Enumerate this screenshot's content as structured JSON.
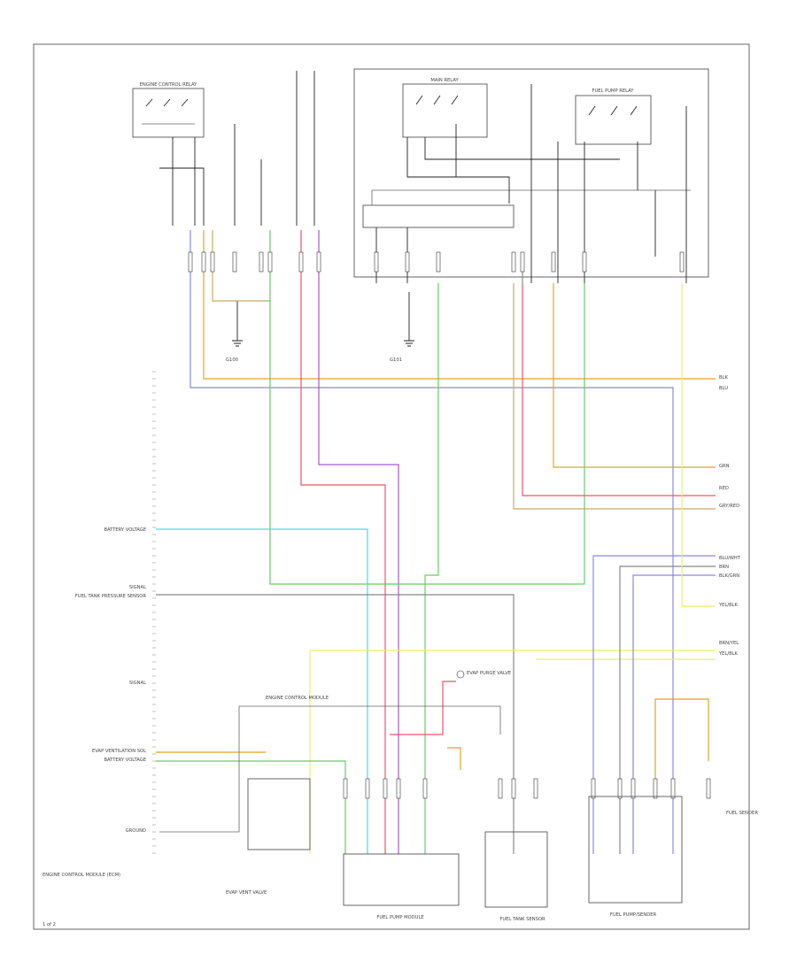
{
  "diagram": {
    "components": {
      "left_relay_block": "ENGINE CONTROL RELAY",
      "center_relay": "MAIN RELAY",
      "right_relay": "FUEL PUMP RELAY",
      "ground_c1": "G100",
      "ground_c2": "G101",
      "ecm": "ENGINE CONTROL MODULE",
      "pump_module": "FUEL PUMP MODULE",
      "sensor_module": "FUEL TANK PRESSURE SENSOR",
      "vent_valve": "EVAP VENT VALVE",
      "fuel_sender": "FUEL SENDER",
      "purge_valve": "EVAP PURGE VALVE",
      "footer_left": "ENGINE CONTROL MODULE (ECM)",
      "footer_center": "FUEL PUMP MODULE",
      "footer_right": "FUEL TANK SENSOR",
      "footer_far_right": "FUEL PUMP/SENDER",
      "page_mark": "1 of 2"
    },
    "left_labels": [
      "BATTERY VOLTAGE",
      "SIGNAL",
      "FUEL TANK PRESSURE SENSOR",
      "SIGNAL",
      "EVAP VENTILATION SOL",
      "BATTERY VOLTAGE",
      "GROUND"
    ],
    "right_labels": [
      "BLK",
      "BLU",
      "GRN",
      "RED",
      "GRY/RED",
      "BLU/WHT",
      "BRN",
      "BLK/GRN",
      "YEL/BLK",
      "BRN/YEL",
      "YEL/BLK"
    ],
    "wire_colors": {
      "blue": "#8888ee",
      "orange": "#e8a020",
      "yellow": "#eeee66",
      "green": "#66cc66",
      "red": "#ee5566",
      "purple": "#aa55cc",
      "cyan": "#44dddd",
      "grey": "#888888",
      "tan": "#ccaa66"
    }
  }
}
